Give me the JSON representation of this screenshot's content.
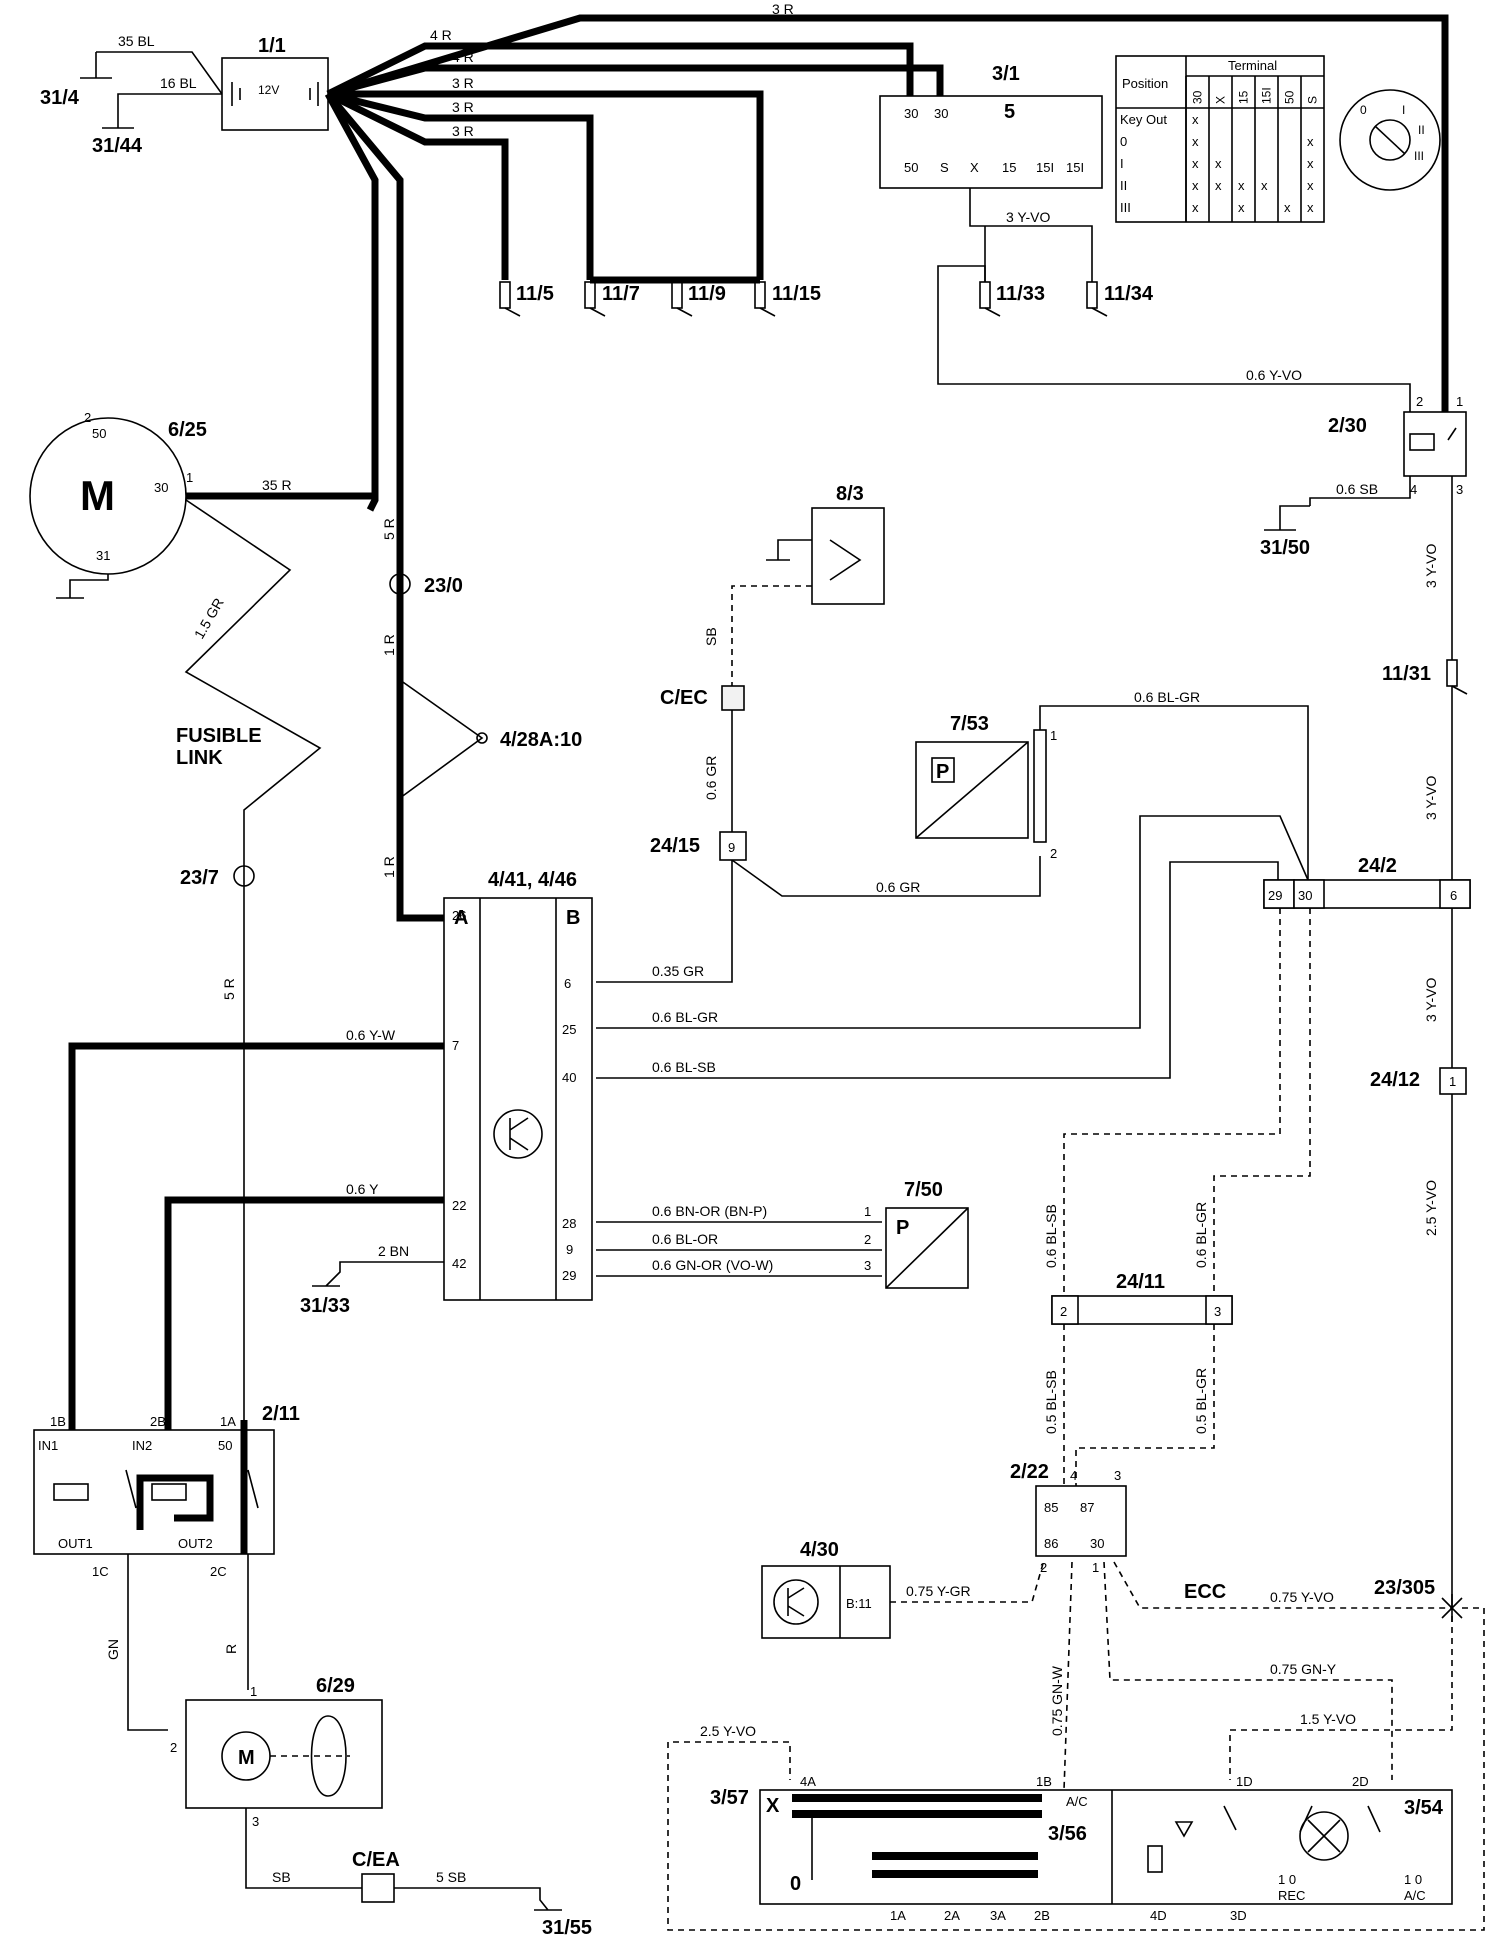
{
  "components": {
    "battery": "1/1",
    "battery_v": "12V",
    "ignition_switch": "3/1",
    "main_fuses": [
      "11/5",
      "11/7",
      "11/9",
      "11/15"
    ],
    "fuse_11_33": "11/33",
    "fuse_11_34": "11/34",
    "starter_motor": "6/25",
    "motor_symbol": "M",
    "splice_23_0": "23/0",
    "splice_23_7": "23/7",
    "fusible_link": [
      "FUSIBLE",
      "LINK"
    ],
    "splice_4_28": "4/28A:10",
    "ecu": "4/41, 4/46",
    "ecu_side_a": "A",
    "ecu_side_b": "B",
    "relay_2_30": "2/30",
    "fuse_11_31": "11/31",
    "switch_8_3": "8/3",
    "conn_cec": "C/EC",
    "sensor_7_53": "7/53",
    "conn_24_15": "24/15",
    "conn_24_15_pin": "9",
    "conn_24_2": "24/2",
    "conn_24_2_pins": [
      "29",
      "30",
      "6"
    ],
    "conn_24_12": "24/12",
    "conn_24_12_pin": "1",
    "sensor_7_50": "7/50",
    "fan_relay": "2/11",
    "fan_relay_out1": "OUT1",
    "fan_relay_out2": "OUT2",
    "fan_relay_in1": "IN1",
    "fan_relay_in2": "IN2",
    "fan_relay_50": "50",
    "conn_24_11": "24/11",
    "conn_24_11_pins": [
      "2",
      "3"
    ],
    "ac_relay": "2/22",
    "ac_relay_pins": [
      "85",
      "87",
      "86",
      "30"
    ],
    "ecc_module": "4/30",
    "ecc_pin": "B:11",
    "ecc_label": "ECC",
    "splice_23_305": "23/305",
    "fan_motor": "6/29",
    "conn_cea": "C/EA",
    "ac_panel_3_57": "3/57",
    "ac_panel_3_56": "3/56",
    "ac_panel_3_54": "3/54",
    "pressure_symbol": "P"
  },
  "grounds": [
    "31/4",
    "31/44",
    "31/50",
    "31/33",
    "31/55"
  ],
  "ignition_table": {
    "header_position": "Position",
    "header_terminal": "Terminal",
    "terminals": [
      "30",
      "X",
      "15",
      "15I",
      "50",
      "S"
    ],
    "rows": [
      {
        "pos": "Key Out",
        "marks": "x . . . . ."
      },
      {
        "pos": "0",
        "marks": "x . . . . x"
      },
      {
        "pos": "I",
        "marks": "x x . . . x"
      },
      {
        "pos": "II",
        "marks": "x x x x . x"
      },
      {
        "pos": "III",
        "marks": "x . x . x x"
      }
    ],
    "switch_pins_top": [
      "30",
      "30",
      "5"
    ],
    "switch_pins_bottom": [
      "50",
      "S",
      "X",
      "15",
      "15I",
      "15I"
    ]
  },
  "wires": {
    "w_35bl": "35 BL",
    "w_16bl": "16 BL",
    "w_4r_a": "4 R",
    "w_4r_b": "4 R",
    "w_3r_a": "3 R",
    "w_3r_b": "3 R",
    "w_3r_c": "3 R",
    "w_3r_top": "3 R",
    "w_3yvo": "3 Y-VO",
    "w_06yvo": "0.6 Y-VO",
    "w_06sb": "0.6 SB",
    "w_35r": "35 R",
    "w_5r": "5 R",
    "w_1r_a": "1 R",
    "w_1r_b": "1 R",
    "w_15gr": "1.5 GR",
    "w_5r_b": "5 R",
    "w_sb": "SB",
    "w_06gr": "0.6 GR",
    "w_06gr_b": "0.6 GR",
    "w_06blgr": "0.6 BL-GR",
    "w_035gr": "0.35 GR",
    "w_06blgr_b": "0.6 BL-GR",
    "w_06blsb": "0.6 BL-SB",
    "w_06yw": "0.6 Y-W",
    "w_06y": "0.6 Y",
    "w_2bn": "2 BN",
    "w_bnor": "0.6 BN-OR (BN-P)",
    "w_blor": "0.6 BL-OR",
    "w_gnor": "0.6 GN-OR (VO-W)",
    "w_3yvo_b": "3 Y-VO",
    "w_3yvo_c": "3 Y-VO",
    "w_3yvo_d": "3 Y-VO",
    "w_25yvo": "2.5 Y-VO",
    "w_06blsb_v": "0.6 BL-SB",
    "w_06blgr_v": "0.6 BL-GR",
    "w_05blsb": "0.5 BL-SB",
    "w_05blgr": "0.5 BL-GR",
    "w_075ygr": "0.75 Y-GR",
    "w_075yvo": "0.75 Y-VO",
    "w_075gny": "0.75 GN-Y",
    "w_075gnw": "0.75 GN-W",
    "w_15yvo": "1.5 Y-VO",
    "w_25yvo_b": "2.5 Y-VO",
    "w_gn": "GN",
    "w_r": "R",
    "w_sb_b": "SB",
    "w_5sb": "5 SB"
  },
  "ecu_pins_a": [
    "26",
    "7",
    "22",
    "42"
  ],
  "ecu_pins_b": [
    "6",
    "25",
    "40",
    "28",
    "9",
    "29"
  ],
  "pin_labels": {
    "p1": "1",
    "p2": "2",
    "p3": "3",
    "p4": "4",
    "p1b": "1B",
    "p2b": "2B",
    "p1a": "1A",
    "p1c": "1C",
    "p2c": "2C",
    "p4a": "4A",
    "p1d": "1D",
    "p2d": "2D",
    "p4d": "4D",
    "p3d": "3D",
    "p1a_b": "1A",
    "p2a": "2A",
    "p3a": "3A",
    "p2b_b": "2B",
    "x": "X",
    "zero": "0",
    "ac": "A/C",
    "rec": "REC",
    "one_zero": "1  0"
  },
  "colors": {
    "line": "#000000",
    "fill": "#ffffff",
    "shade": "#f2f2f2"
  }
}
